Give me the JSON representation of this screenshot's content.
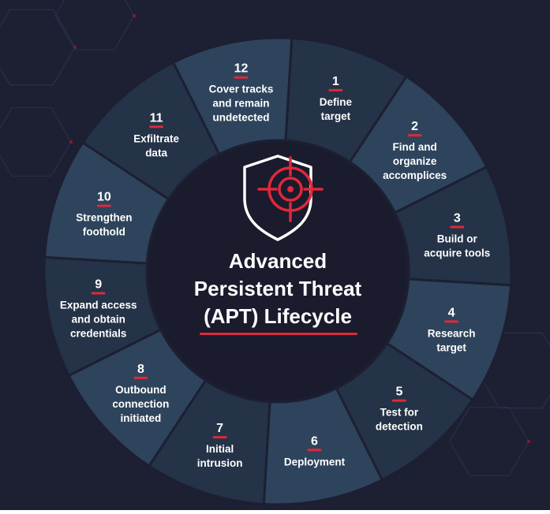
{
  "title_lines": [
    "Advanced",
    "Persistent Threat",
    "(APT) Lifecycle"
  ],
  "colors": {
    "background": "#1d1f33",
    "ring_dark": "#243347",
    "ring_light": "#2e445c",
    "divider": "#1d1f33",
    "center": "#1a1b2c",
    "accent": "#e0283b",
    "text": "#ffffff"
  },
  "center_icon": "shield-crosshair-icon",
  "steps": [
    {
      "number": "1",
      "lines": [
        "Define",
        "target"
      ]
    },
    {
      "number": "2",
      "lines": [
        "Find and",
        "organize",
        "accomplices"
      ]
    },
    {
      "number": "3",
      "lines": [
        "Build or",
        "acquire tools"
      ]
    },
    {
      "number": "4",
      "lines": [
        "Research",
        "target"
      ]
    },
    {
      "number": "5",
      "lines": [
        "Test for",
        "detection"
      ]
    },
    {
      "number": "6",
      "lines": [
        "Deployment"
      ]
    },
    {
      "number": "7",
      "lines": [
        "Initial",
        "intrusion"
      ]
    },
    {
      "number": "8",
      "lines": [
        "Outbound",
        "connection",
        "initiated"
      ]
    },
    {
      "number": "9",
      "lines": [
        "Expand access",
        "and obtain",
        "credentials"
      ]
    },
    {
      "number": "10",
      "lines": [
        "Strengthen",
        "foothold"
      ]
    },
    {
      "number": "11",
      "lines": [
        "Exfiltrate",
        "data"
      ]
    },
    {
      "number": "12",
      "lines": [
        "Cover tracks",
        "and remain",
        "undetected"
      ]
    }
  ]
}
